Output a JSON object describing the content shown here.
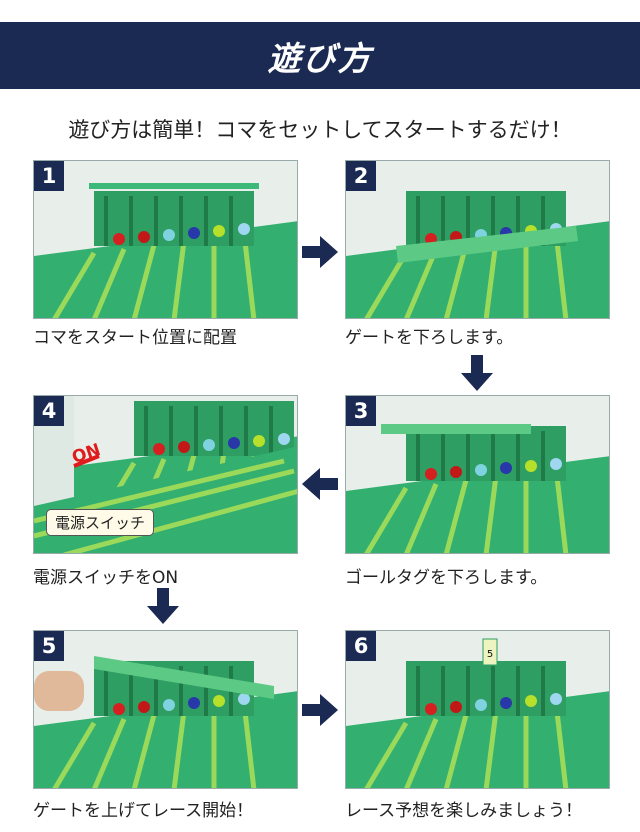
{
  "header": {
    "title": "遊び方"
  },
  "subtitle": "遊び方は簡単！コマをセットしてスタートするだけ！",
  "steps": [
    {
      "number": "1",
      "caption": "コマをスタート位置に配置"
    },
    {
      "number": "2",
      "caption": "ゲートを下ろします。"
    },
    {
      "number": "3",
      "caption": "ゴールタグを下ろします。"
    },
    {
      "number": "4",
      "caption": "電源スイッチをON",
      "callout": "電源スイッチ",
      "on_label": "ON"
    },
    {
      "number": "5",
      "caption": "ゲートを上げてレース開始！"
    },
    {
      "number": "6",
      "caption": "レース予想を楽しみましょう！",
      "tag": "5"
    }
  ],
  "colors": {
    "navy": "#1b2a52",
    "green": "#3cb878",
    "light_green": "#8fd45a",
    "red": "#e01b1b"
  }
}
